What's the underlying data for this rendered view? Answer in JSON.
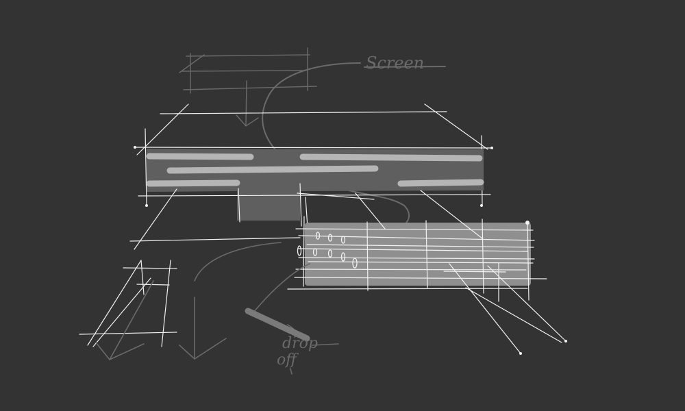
{
  "annotations": {
    "screen": "Screen",
    "drop_line1": "drop",
    "drop_line2": "off"
  },
  "colors": {
    "background": "#333333",
    "white_stroke": "#f2f2f2",
    "faint_stroke": "#6a6a6a",
    "dark_block": "#5f5f5f",
    "light_block": "#8f8f8f",
    "highlight": "#b5b5b5"
  }
}
